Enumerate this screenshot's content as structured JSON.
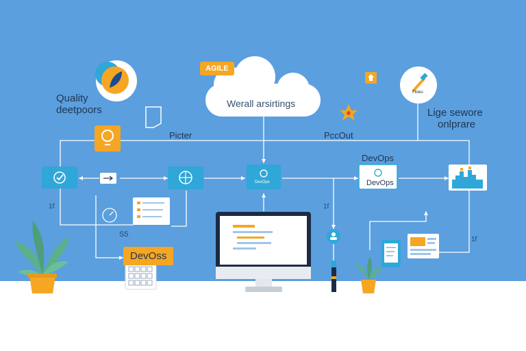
{
  "colors": {
    "background": "#5b9fde",
    "floor": "#ffffff",
    "node": "#2fa7d9",
    "accent": "#f5a623",
    "line": "#ffffff",
    "plant": "#5cb08a",
    "pot": "#f5a623"
  },
  "labels": {
    "quality_line1": "Quality",
    "quality_line2": "deetpoors",
    "agile_tag": "AGILE",
    "cloud_text": "Werall arsirtings",
    "ligse_line1": "Lige sewore",
    "ligse_line2": "onlprare",
    "pictter": "Picter",
    "pccout": "PccOut",
    "devops_top": "DevOps",
    "devops_node": "DevOps",
    "devops_node_small": "DevOps",
    "badge_small_text": "Fildes",
    "devoss_tag": "DevOss",
    "num_left": "1f",
    "num_s5": "S5",
    "num_mid": "1f",
    "num_right": "1f"
  },
  "icons": {
    "quality_badge": "leaf-icon",
    "cloud": "cloud-icon",
    "sticky_note": "note-icon",
    "lightbulb_tile": "lightbulb-icon",
    "star_badge": "star-icon",
    "small_home": "home-icon",
    "tools_badge": "hammer-icon",
    "check_node": "check-icon",
    "arrow_card": "arrow-right-icon",
    "globe_node": "globe-icon",
    "chart_node": "bar-chart-icon",
    "monitor": "monitor-icon",
    "user_node": "user-icon",
    "pen": "pen-icon",
    "tablet": "tablet-icon",
    "calendar": "calendar-icon",
    "plant": "plant-icon"
  }
}
